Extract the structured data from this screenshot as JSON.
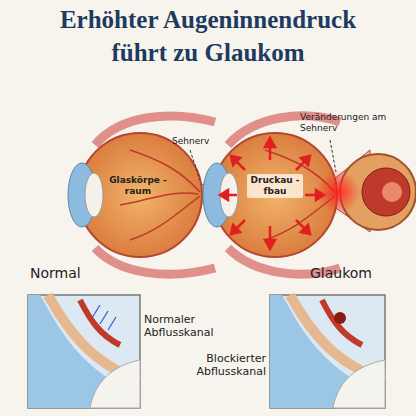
{
  "diagram": {
    "title": "Erhöhter Augeninnendruck führt zu Glaukom",
    "labels": [
      "Sehnerv",
      "Glaskörpe -raum",
      "Veränderungen am Sehnerv",
      "Druckau -fbau",
      "Normal",
      "Glaukom",
      "Normaler Abflusskanal",
      "Blockierter Abflusskanal"
    ]
  }
}
